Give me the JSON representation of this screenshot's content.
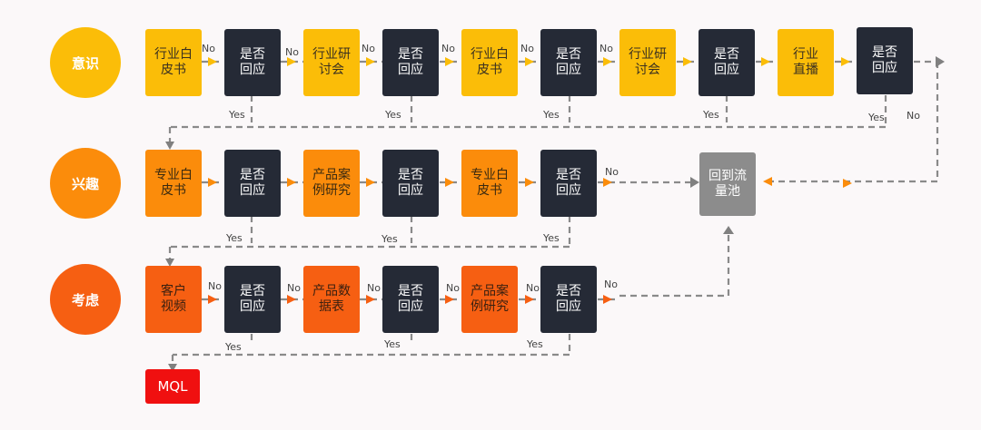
{
  "stages": {
    "awareness": "意识",
    "interest": "兴趣",
    "consideration": "考虑"
  },
  "row1": [
    "行业白皮书",
    "行业研讨会",
    "行业白皮书",
    "行业研讨会",
    "行业直播"
  ],
  "row2": [
    "专业白皮书",
    "产品案例研究",
    "专业白皮书"
  ],
  "row3": [
    "客户视频",
    "产品数据表",
    "产品案例研究"
  ],
  "decision": "是否回应",
  "pool": "回到流量池",
  "mql": "MQL",
  "labels": {
    "no": "No",
    "yes": "Yes"
  },
  "colors": {
    "stage1": "#fbbd08",
    "stage2": "#fb8c0b",
    "stage3": "#f65f12",
    "decision": "#252a36",
    "pool": "#8c8c8c",
    "mql": "#f01010",
    "arrow": "#fbbd08",
    "dash": "#8a8a8a"
  }
}
